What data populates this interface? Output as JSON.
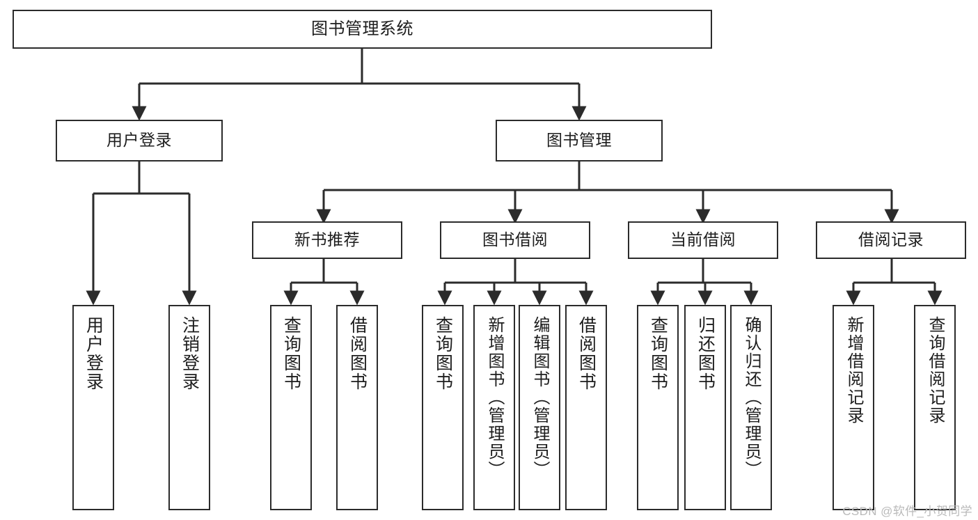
{
  "diagram": {
    "title": "图书管理系统",
    "type": "functional-structure-tree",
    "background_color": "#ffffff",
    "border_color": "#2b2b2b",
    "text_color": "#1d1d1d"
  },
  "watermark": {
    "text": "CSDN @软件_小贺同学",
    "color": "#b9b9b9"
  },
  "nodes": {
    "root": {
      "label": "图书管理系统"
    },
    "level1": [
      {
        "id": "user-login",
        "label": "用户登录"
      },
      {
        "id": "book-management",
        "label": "图书管理"
      }
    ],
    "level2": [
      {
        "id": "new-book-recommend",
        "label": "新书推荐"
      },
      {
        "id": "book-borrow",
        "label": "图书借阅"
      },
      {
        "id": "current-borrow",
        "label": "当前借阅"
      },
      {
        "id": "borrow-record",
        "label": "借阅记录"
      }
    ],
    "leaves": {
      "user_login": [
        {
          "id": "leaf-user-login",
          "label": "用户登录"
        },
        {
          "id": "leaf-logout-login",
          "label": "注销登录"
        }
      ],
      "new_book_recommend": [
        {
          "id": "leaf-query-book-1",
          "label": "查询图书"
        },
        {
          "id": "leaf-borrow-book-1",
          "label": "借阅图书"
        }
      ],
      "book_borrow": [
        {
          "id": "leaf-query-book-2",
          "label": "查询图书"
        },
        {
          "id": "leaf-add-book",
          "label": "新增图书（管理员）"
        },
        {
          "id": "leaf-edit-book",
          "label": "编辑图书（管理员）"
        },
        {
          "id": "leaf-borrow-book-2",
          "label": "借阅图书"
        }
      ],
      "current_borrow": [
        {
          "id": "leaf-query-book-3",
          "label": "查询图书"
        },
        {
          "id": "leaf-return-book",
          "label": "归还图书"
        },
        {
          "id": "leaf-confirm-return",
          "label": "确认归还（管理员）"
        }
      ],
      "borrow_record": [
        {
          "id": "leaf-add-borrow-record",
          "label": "新增借阅记录"
        },
        {
          "id": "leaf-query-borrow-record",
          "label": "查询借阅记录"
        }
      ]
    }
  }
}
